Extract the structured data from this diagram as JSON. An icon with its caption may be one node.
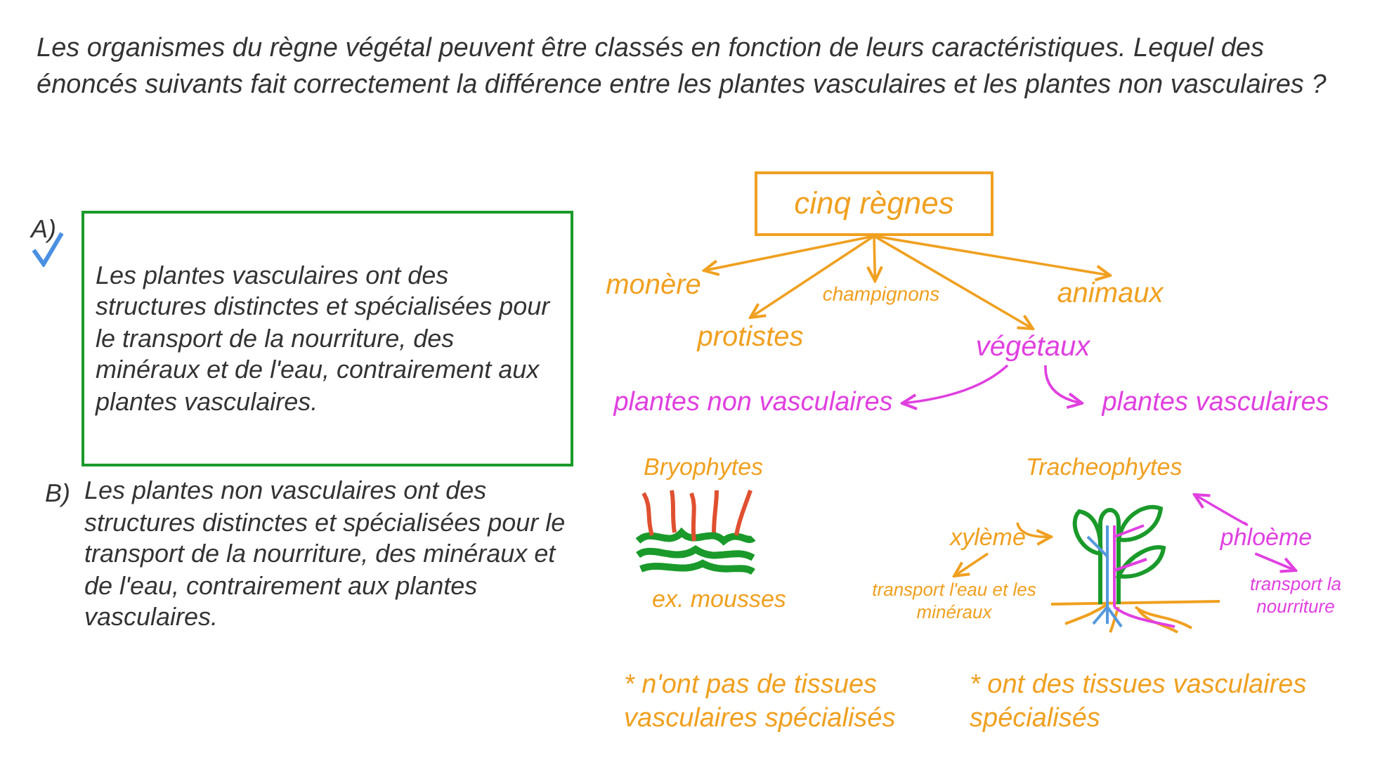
{
  "diagram": {
    "title": "Les organismes du règne végétal peuvent être classés en fonction de leurs caractéristiques. Lequel des énoncés suivants fait correctement la différence entre les plantes vasculaires et les plantes non vasculaires ?",
    "nodes": [
      {
        "text": [
          "Les plantes vasculaires ont des structures distinctes et spécialisées pour le transport de la nourriture, des minéraux et de l'eau, contrairement aux plantes vasculaires."
        ]
      },
      {
        "text": [
          "cinq règnes"
        ]
      },
      {
        "text": [
          "monère"
        ]
      },
      {
        "text": [
          "protistes"
        ]
      },
      {
        "text": [
          "champignons"
        ]
      },
      {
        "text": [
          "animaux"
        ]
      },
      {
        "text": [
          "végétaux"
        ]
      },
      {
        "text": [
          "plantes non vasculaires"
        ]
      },
      {
        "text": [
          "plantes vasculaires"
        ]
      },
      {
        "text": [
          "xylème"
        ]
      },
      {
        "text": [
          "transport l'eau et les minéraux"
        ]
      },
      {
        "text": [
          "phloème"
        ]
      },
      {
        "text": [
          "transport la nourriture"
        ]
      },
      {
        "text": [],
        "shape": "picture"
      }
    ],
    "edges": [
      {
        "from": 1,
        "to": 2,
        "arrow": "to"
      },
      {
        "from": 1,
        "to": 3,
        "arrow": "to"
      },
      {
        "from": 1,
        "to": 4,
        "arrow": "to"
      },
      {
        "from": 1,
        "to": 6,
        "arrow": "to"
      },
      {
        "from": 1,
        "to": 5,
        "arrow": "to"
      },
      {
        "from": 6,
        "to": 7,
        "arrow": "to",
        "color": "#e040e0"
      },
      {
        "from": 6,
        "to": 8,
        "arrow": "to",
        "color": "#e040e0"
      },
      {
        "from": 9,
        "to": 10,
        "arrow": "to"
      },
      {
        "from": 9,
        "to": 13,
        "arrow": "to"
      },
      {
        "from": 11,
        "to": 12,
        "arrow": "to",
        "color": "#e040e0"
      },
      {
        "from": 11,
        "to": 13,
        "arrow": "to",
        "color": "#e040e0"
      }
    ],
    "labels": [
      "A)",
      "B)",
      "Les plantes non vasculaires ont des structures distinctes et spécialisées pour le transport de la nourriture, des minéraux et de l'eau, contrairement aux plantes vasculaires.",
      "Bryophytes",
      "ex. mousses",
      "Tracheophytes",
      "* n'ont pas de tissues vasculaires spécialisés",
      "* ont des tissues vasculaires spécialisés"
    ]
  }
}
